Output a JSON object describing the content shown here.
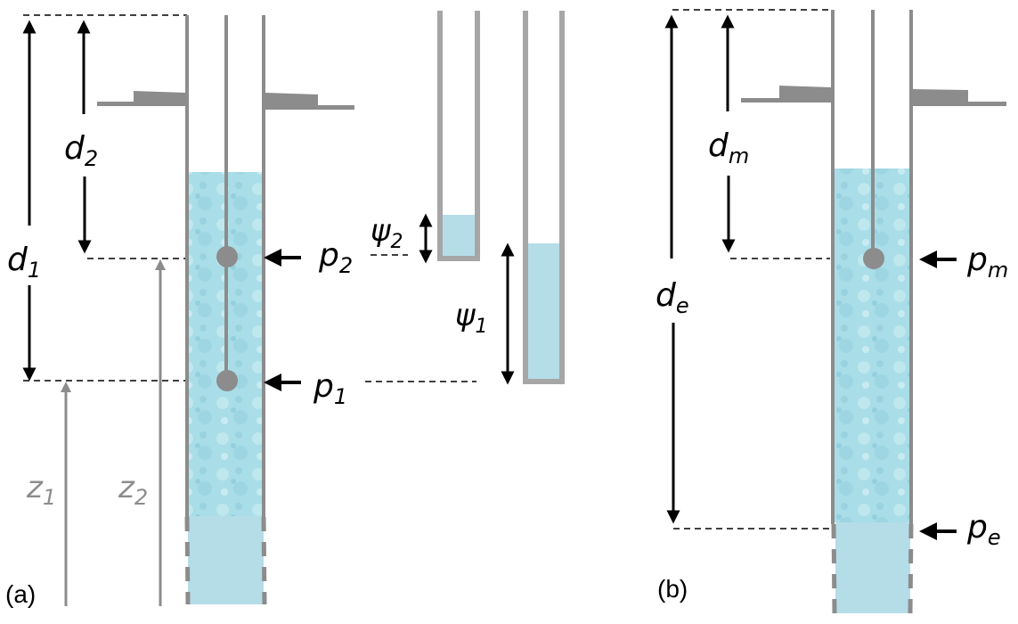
{
  "figure": {
    "panels": [
      {
        "id": "a",
        "caption": "(a)"
      },
      {
        "id": "b",
        "caption": "(b)"
      }
    ],
    "colors": {
      "casing": "#8c8c8c",
      "water": "#b5dde8",
      "water_textured": "#a8dbe6",
      "arrow": "#000000",
      "elevation_arrow": "#8c8c8c"
    },
    "panel_a": {
      "depths": [
        {
          "symbol": "d",
          "subscript": "1"
        },
        {
          "symbol": "d",
          "subscript": "2"
        }
      ],
      "pressures": [
        {
          "symbol": "p",
          "subscript": "2"
        },
        {
          "symbol": "p",
          "subscript": "1"
        }
      ],
      "elevations": [
        {
          "symbol": "z",
          "subscript": "1"
        },
        {
          "symbol": "z",
          "subscript": "2"
        }
      ],
      "heads": [
        {
          "symbol": "ψ",
          "subscript": "2"
        },
        {
          "symbol": "ψ",
          "subscript": "1"
        }
      ]
    },
    "panel_b": {
      "depths": [
        {
          "symbol": "d",
          "subscript": "m"
        },
        {
          "symbol": "d",
          "subscript": "e"
        }
      ],
      "pressures": [
        {
          "symbol": "p",
          "subscript": "m"
        },
        {
          "symbol": "p",
          "subscript": "e"
        }
      ]
    }
  }
}
